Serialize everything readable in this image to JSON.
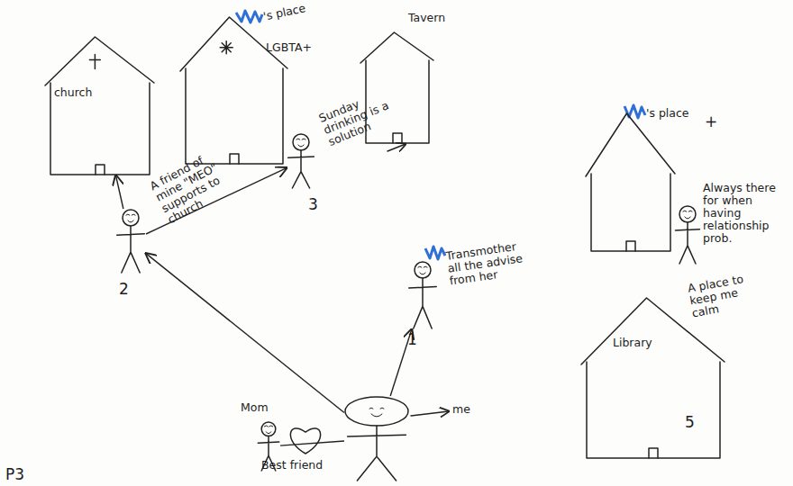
{
  "diagram": {
    "nodes": [
      {
        "text": [
          "church"
        ]
      },
      {
        "text": [
          "'s place",
          "LGBTA+"
        ]
      },
      {
        "text": [
          "Tavern"
        ]
      },
      {
        "text": [
          "'s place"
        ]
      },
      {
        "text": [
          "A friend of mine \"MEO\" supports to church"
        ]
      },
      {
        "text": [
          "Sunday drinking is a solution"
        ]
      },
      {
        "text": [
          "Always there for when having relationship prob."
        ]
      },
      {
        "text": [
          "Transmother all the advise from her"
        ]
      },
      {
        "text": [
          "Library",
          "A place to keep me calm"
        ]
      },
      {
        "text": [
          "Mom"
        ]
      },
      {
        "text": [
          "me"
        ]
      },
      {
        "text": [
          "Best friend"
        ]
      }
    ],
    "edges": [
      {
        "from": 10,
        "to": 7,
        "arrow": "to"
      },
      {
        "from": 10,
        "to": 4,
        "arrow": "to"
      },
      {
        "from": 4,
        "to": 0,
        "arrow": "to"
      },
      {
        "from": 4,
        "to": 5,
        "arrow": "to"
      },
      {
        "from": 9,
        "to": 10,
        "arrow": "none"
      }
    ],
    "labels": [
      "+",
      "2",
      "3",
      "1",
      "5",
      "P3"
    ]
  }
}
